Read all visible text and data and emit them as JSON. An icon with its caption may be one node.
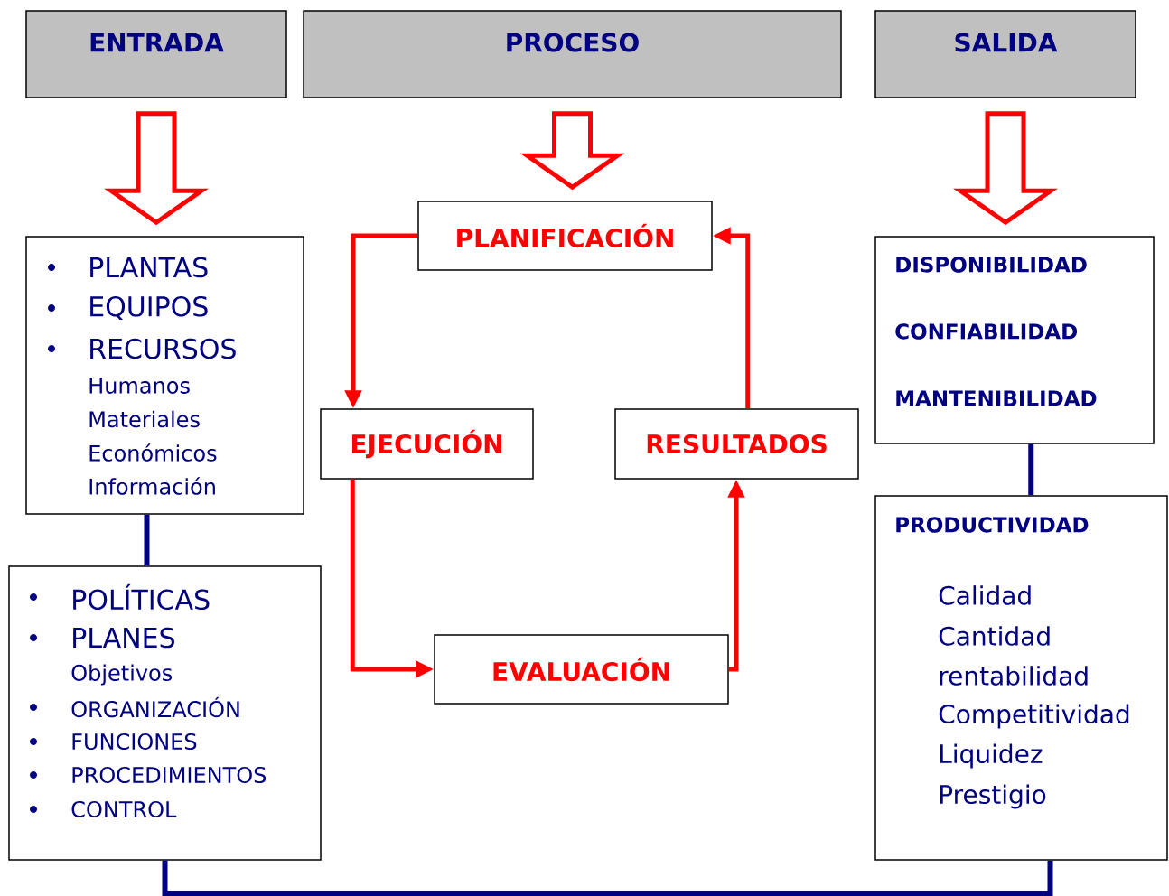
{
  "diagram": {
    "nodes": [
      {
        "text": [
          "ENTRADA"
        ]
      },
      {
        "text": [
          "PROCESO"
        ]
      },
      {
        "text": [
          "SALIDA"
        ]
      },
      {
        "text": [
          "PLANTAS",
          "EQUIPOS",
          "RECURSOS",
          "Humanos",
          "Materiales",
          "Económicos",
          "Información"
        ]
      },
      {
        "text": [
          "POLÍTICAS",
          "PLANES",
          "Objetivos",
          "ORGANIZACIÓN",
          "FUNCIONES",
          "PROCEDIMIENTOS",
          "CONTROL"
        ]
      },
      {
        "text": [
          "PLANIFICACIÓN"
        ]
      },
      {
        "text": [
          "EJECUCIÓN"
        ]
      },
      {
        "text": [
          "RESULTADOS"
        ]
      },
      {
        "text": [
          "EVALUACIÓN"
        ]
      },
      {
        "text": [
          "DISPONIBILIDAD",
          "CONFIABILIDAD",
          "MANTENIBILIDAD"
        ]
      },
      {
        "text": [
          "PRODUCTIVIDAD",
          "Calidad",
          "Cantidad",
          "rentabilidad",
          "Competitividad",
          "Liquidez",
          "Prestigio"
        ]
      }
    ],
    "edges": [
      {
        "from": 0,
        "to": 3,
        "arrow": "to",
        "style": "thick"
      },
      {
        "from": 1,
        "to": 5,
        "arrow": "to",
        "style": "thick"
      },
      {
        "from": 2,
        "to": 9,
        "arrow": "to",
        "style": "thick"
      },
      {
        "from": 5,
        "to": 6,
        "arrow": "to"
      },
      {
        "from": 6,
        "to": 8,
        "arrow": "to"
      },
      {
        "from": 8,
        "to": 7,
        "arrow": "to"
      },
      {
        "from": 7,
        "to": 5,
        "arrow": "to"
      },
      {
        "from": 3,
        "to": 4,
        "arrow": "none",
        "color": "#000080"
      },
      {
        "from": 9,
        "to": 10,
        "arrow": "none",
        "color": "#000080"
      },
      {
        "from": 4,
        "to": 10,
        "arrow": "none",
        "color": "#000080"
      }
    ]
  }
}
